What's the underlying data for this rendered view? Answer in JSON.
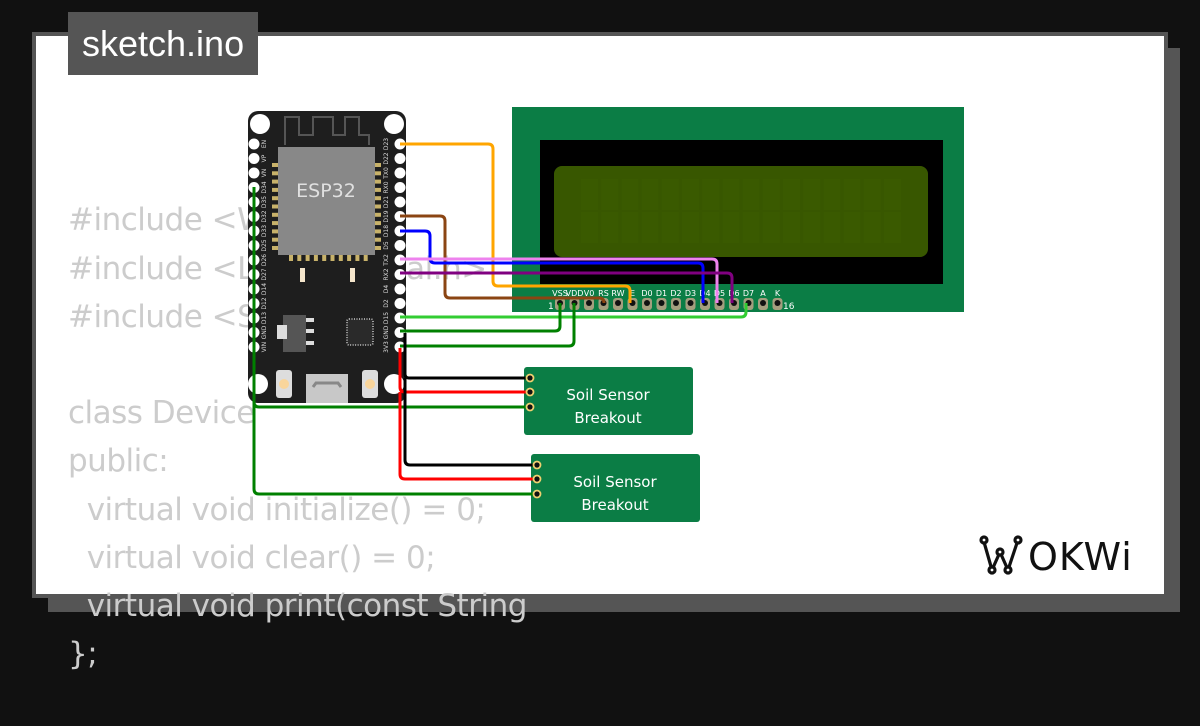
{
  "file_tab": {
    "label": "sketch.ino"
  },
  "code_lines": [
    "#include <Wi",
    "#include <LiquidCrystal.h>",
    "#include <Se",
    "",
    "class Device",
    "public:",
    "  virtual void initialize() = 0;",
    "  virtual void clear() = 0;",
    "  virtual void print(const String",
    "};"
  ],
  "diagram": {
    "esp32": {
      "label": "ESP32",
      "left_pins": [
        "EN",
        "VP",
        "VN",
        "D34",
        "D35",
        "D32",
        "D33",
        "D25",
        "D26",
        "D27",
        "D14",
        "D12",
        "D13",
        "GND",
        "VIN"
      ],
      "right_pins": [
        "D23",
        "D22",
        "TX0",
        "RX0",
        "D21",
        "D19",
        "D18",
        "D5",
        "TX2",
        "RX2",
        "D4",
        "D2",
        "D15",
        "GND",
        "3V3"
      ]
    },
    "lcd": {
      "pin_labels": [
        "VSS",
        "VDD",
        "V0",
        "RS",
        "RW",
        "E",
        "D0",
        "D1",
        "D2",
        "D3",
        "D4",
        "D5",
        "D6",
        "D7",
        "A",
        "K"
      ],
      "pin_first": "1",
      "pin_last": "16",
      "columns": 16,
      "rows": 2
    },
    "sensors": [
      {
        "label_line1": "Soil Sensor",
        "label_line2": "Breakout"
      },
      {
        "label_line1": "Soil Sensor",
        "label_line2": "Breakout"
      }
    ],
    "wire_colors": {
      "orange": "#ffa500",
      "brown": "#8b4513",
      "blue": "#0000ff",
      "pink": "#ee82ee",
      "purple": "#800080",
      "lightgreen": "#32cd32",
      "green": "#008000",
      "black": "#000000",
      "red": "#ff0000"
    }
  },
  "brand": {
    "logo_text": "WOKWI"
  }
}
